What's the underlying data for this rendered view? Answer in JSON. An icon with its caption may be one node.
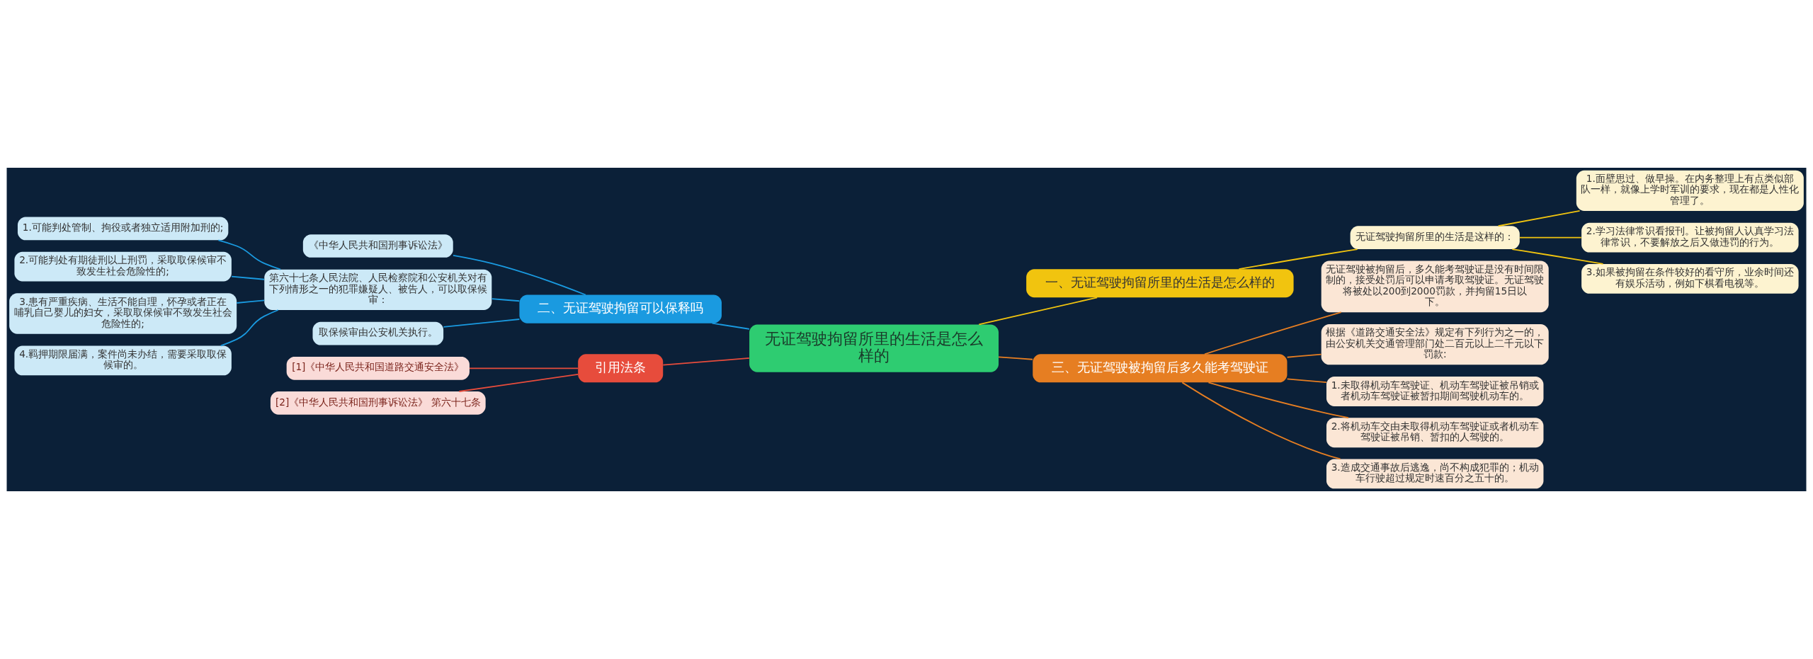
{
  "diagram": {
    "nodes": [
      {
        "text": [
          "无证驾驶拘留所里的生活是怎么样的"
        ]
      },
      {
        "text": [
          "一、无证驾驶拘留所里的生活是怎么样的"
        ]
      },
      {
        "text": [
          "无证驾驶拘留所里的生活是这样的："
        ]
      },
      {
        "text": [
          "1.面壁思过、做早操。在内务整理上有点类似部队一样，就像上学时军训的要求，现在都是人性化管理了。"
        ]
      },
      {
        "text": [
          "2.学习法律常识看报刊。让被拘留人认真学习法律常识，不要解放之后又做违罚的行为。"
        ]
      },
      {
        "text": [
          "3.如果被拘留在条件较好的看守所，业余时间还有娱乐活动，例如下棋看电视等。"
        ]
      },
      {
        "text": [
          "二、无证驾驶拘留可以保释吗"
        ]
      },
      {
        "text": [
          "《中华人民共和国刑事诉讼法》"
        ]
      },
      {
        "text": [
          "第六十七条人民法院、人民检察院和公安机关对有下列情形之一的犯罪嫌疑人、被告人，可以取保候审："
        ]
      },
      {
        "text": [
          "1.可能判处管制、拘役或者独立适用附加刑的;"
        ]
      },
      {
        "text": [
          "2.可能判处有期徒刑以上刑罚，采取取保候审不致发生社会危险性的;"
        ]
      },
      {
        "text": [
          "3.患有严重疾病、生活不能自理，怀孕或者正在哺乳自己婴儿的妇女，采取取保候审不致发生社会危险性的;"
        ]
      },
      {
        "text": [
          "4.羁押期限届满，案件尚未办结，需要采取取保候审的。"
        ]
      },
      {
        "text": [
          "取保候审由公安机关执行。"
        ]
      },
      {
        "text": [
          "三、无证驾驶被拘留后多久能考驾驶证"
        ]
      },
      {
        "text": [
          "无证驾驶被拘留后，多久能考驾驶证是没有时间限制的，接受处罚后可以申请考取驾驶证。无证驾驶将被处以200到2000罚款，并拘留15日以下。"
        ]
      },
      {
        "text": [
          "根据《道路交通安全法》规定有下列行为之一的，由公安机关交通管理部门处二百元以上二千元以下罚款:"
        ]
      },
      {
        "text": [
          "1.未取得机动车驾驶证、机动车驾驶证被吊销或者机动车驾驶证被暂扣期间驾驶机动车的。"
        ]
      },
      {
        "text": [
          "2.将机动车交由未取得机动车驾驶证或者机动车驾驶证被吊销、暂扣的人驾驶的。"
        ]
      },
      {
        "text": [
          "3.造成交通事故后逃逸，尚不构成犯罪的；机动车行驶超过规定时速百分之五十的。"
        ]
      },
      {
        "text": [
          "引用法条"
        ]
      },
      {
        "text": [
          "[1]《中华人民共和国道路交通安全法》"
        ]
      },
      {
        "text": [
          "[2]《中华人民共和国刑事诉讼法》 第六十七条"
        ]
      }
    ],
    "edges": [
      {
        "from": 0,
        "to": 1,
        "arrow": "none",
        "color": "#f1c40f"
      },
      {
        "from": 1,
        "to": 2,
        "arrow": "none",
        "color": "#f1c40f"
      },
      {
        "from": 2,
        "to": 3,
        "arrow": "none",
        "color": "#f1c40f"
      },
      {
        "from": 2,
        "to": 4,
        "arrow": "none",
        "color": "#f1c40f"
      },
      {
        "from": 2,
        "to": 5,
        "arrow": "none",
        "color": "#f1c40f"
      },
      {
        "from": 0,
        "to": 6,
        "arrow": "none"
      },
      {
        "from": 6,
        "to": 7,
        "arrow": "none"
      },
      {
        "from": 6,
        "to": 8,
        "arrow": "none"
      },
      {
        "from": 8,
        "to": 9,
        "arrow": "none"
      },
      {
        "from": 8,
        "to": 10,
        "arrow": "none"
      },
      {
        "from": 8,
        "to": 11,
        "arrow": "none"
      },
      {
        "from": 8,
        "to": 12,
        "arrow": "none"
      },
      {
        "from": 6,
        "to": 13,
        "arrow": "none"
      },
      {
        "from": 0,
        "to": 14,
        "arrow": "none",
        "color": "#e67e22"
      },
      {
        "from": 14,
        "to": 15,
        "arrow": "none",
        "color": "#e67e22"
      },
      {
        "from": 14,
        "to": 16,
        "arrow": "none",
        "color": "#e67e22"
      },
      {
        "from": 14,
        "to": 17,
        "arrow": "none",
        "color": "#e67e22"
      },
      {
        "from": 14,
        "to": 18,
        "arrow": "none",
        "color": "#e67e22"
      },
      {
        "from": 14,
        "to": 19,
        "arrow": "none",
        "color": "#e67e22"
      },
      {
        "from": 0,
        "to": 20,
        "arrow": "none",
        "color": "#e74c3c"
      },
      {
        "from": 20,
        "to": 21,
        "arrow": "none",
        "color": "#e74c3c"
      },
      {
        "from": 20,
        "to": 22,
        "arrow": "none",
        "color": "#e74c3c"
      }
    ]
  }
}
